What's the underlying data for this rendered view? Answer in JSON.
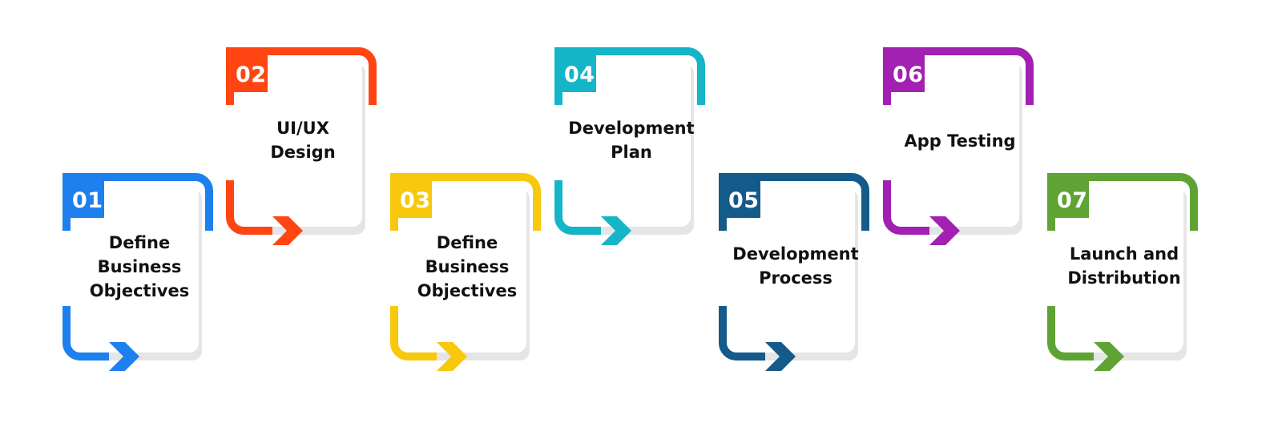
{
  "steps": [
    {
      "number": "01",
      "label": "Define\nBusiness\nObjectives",
      "color": "#1E7FEE"
    },
    {
      "number": "02",
      "label": "UI/UX\nDesign",
      "color": "#FF4511"
    },
    {
      "number": "03",
      "label": "Define\nBusiness\nObjectives",
      "color": "#F8C80C"
    },
    {
      "number": "04",
      "label": "Development\nPlan",
      "color": "#15B5C8"
    },
    {
      "number": "05",
      "label": "Development\nProcess",
      "color": "#145A8A"
    },
    {
      "number": "06",
      "label": "App Testing",
      "color": "#A220B2"
    },
    {
      "number": "07",
      "label": "Launch and\nDistribution",
      "color": "#5FA335"
    }
  ]
}
